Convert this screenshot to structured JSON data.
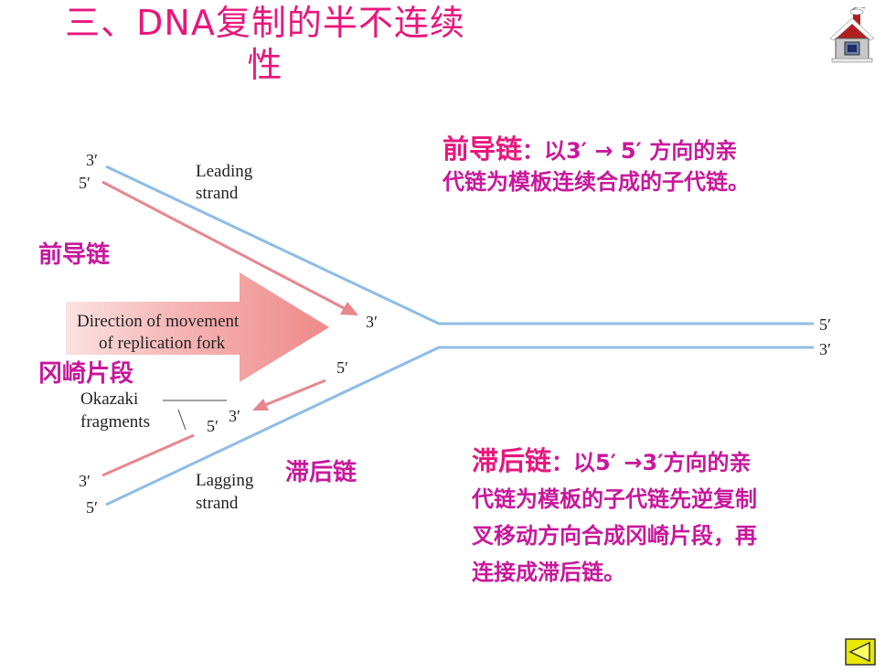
{
  "title": {
    "line1": "三、DNA复制的半不连续",
    "line2": "性"
  },
  "diagram": {
    "leading_strand": "Leading",
    "leading_strand2": "strand",
    "lagging_strand": "Lagging",
    "lagging_strand2": "strand",
    "direction1": "Direction of movement",
    "direction2": "of replication fork",
    "okazaki1": "Okazaki",
    "okazaki2": "fragments",
    "top_left_3": "3′",
    "top_left_5": "5′",
    "bottom_left_3": "3′",
    "bottom_left_5": "5′",
    "right_5": "5′",
    "right_3": "3′",
    "leading_tip_3": "3′",
    "lagging_tip_5": "5′",
    "okazaki_5": "5′",
    "okazaki_3": "3′"
  },
  "labels": {
    "leading_cn": "前导链",
    "okazaki_cn": "冈崎片段",
    "lagging_cn": "滞后链"
  },
  "desc": {
    "leading_term": "前导链",
    "leading_line1": "：以3′ → 5′ 方向的亲",
    "leading_line2": "代链为模板连续合成的子代链。",
    "lagging_term": "滞后链",
    "lagging_line1": "：以5′ →3′方向的亲",
    "lagging_line2": "代链为模板的子代链先逆复制",
    "lagging_line3": "叉移动方向合成冈崎片段，再",
    "lagging_line4": "连接成滞后链。"
  },
  "colors": {
    "title": "#e8177c",
    "label": "#c8189b",
    "parent_strand": "#8fbce6",
    "daughter_strand": "#e8868e",
    "arrow_fill": "#f29a9a",
    "nav_button": "#e8e800"
  },
  "icons": {
    "home": "house-snow-icon",
    "back": "back-arrow-icon"
  }
}
